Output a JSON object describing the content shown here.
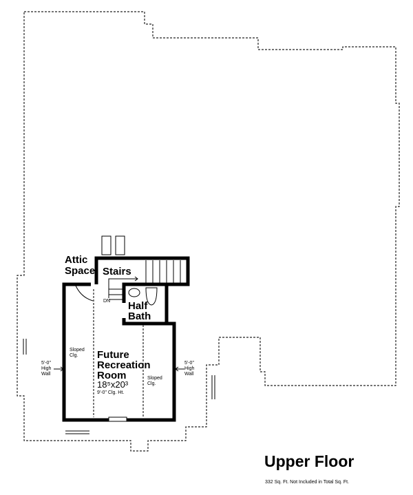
{
  "title": "Upper Floor",
  "subtitle": "332 Sq. Ft. Not Included in Total Sq. Ft.",
  "rooms": {
    "attic": "Attic",
    "space": "Space",
    "stairs": "Stairs",
    "dn": "DN",
    "half": "Half",
    "bath": "Bath",
    "rec_line1": "Future",
    "rec_line2": "Recreation",
    "rec_line3": "Room",
    "rec_dims": "18⁵x20³",
    "rec_ceiling": "9'-0\" Clg. Ht.",
    "sloped_left_1": "Sloped",
    "sloped_left_2": "Clg.",
    "sloped_right_1": "Sloped",
    "sloped_right_2": "Clg.",
    "wall_left_1": "5'-0\"",
    "wall_left_2": "High",
    "wall_left_3": "Wall",
    "wall_right_1": "5'-0\"",
    "wall_right_2": "High",
    "wall_right_3": "Wall"
  }
}
